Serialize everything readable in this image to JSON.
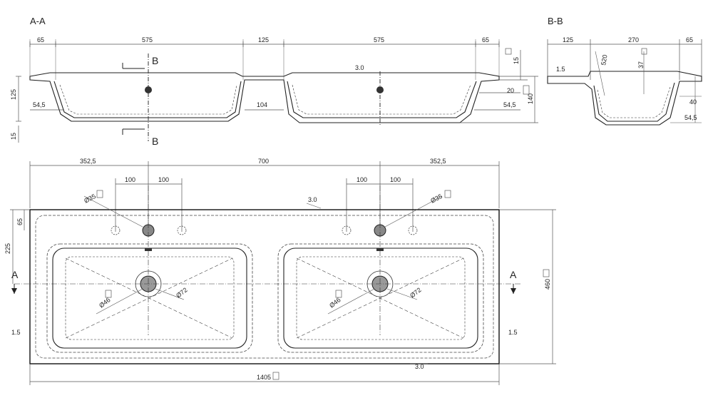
{
  "sections": {
    "aa_title": "A-A",
    "bb_title": "B-B",
    "cut_b": "B",
    "cut_a": "A"
  },
  "dims": {
    "aa": {
      "top_65_left": "65",
      "top_575_left": "575",
      "top_125": "125",
      "top_575_right": "575",
      "top_65_right": "65",
      "left_125": "125",
      "left_15": "15",
      "left_54_5": "54,5",
      "mid_104": "104",
      "right_15": "15",
      "right_20": "20",
      "right_140": "140",
      "right_54_5": "54,5",
      "tol_3_0": "3.0"
    },
    "bb": {
      "top_125": "125",
      "top_270": "270",
      "top_65": "65",
      "r520": "520",
      "r37": "37",
      "tol_1_5": "1.5",
      "right_40": "40",
      "right_54_5": "54,5"
    },
    "plan": {
      "top_352_5_left": "352,5",
      "top_700": "700",
      "top_352_5_right": "352,5",
      "tap_100_a": "100",
      "tap_100_b": "100",
      "tap_100_c": "100",
      "tap_100_d": "100",
      "left_65": "65",
      "left_225": "225",
      "dia35_left": "Ø35",
      "dia35_right": "Ø35",
      "dia46_left": "Ø46",
      "dia72_left": "Ø72",
      "dia46_right": "Ø46",
      "dia72_right": "Ø72",
      "tol_3_0_top": "3.0",
      "tol_1_5_left": "1.5",
      "tol_1_5_right": "1.5",
      "tol_3_0_bottom": "3.0",
      "right_460": "460",
      "bottom_1405": "1405"
    }
  }
}
